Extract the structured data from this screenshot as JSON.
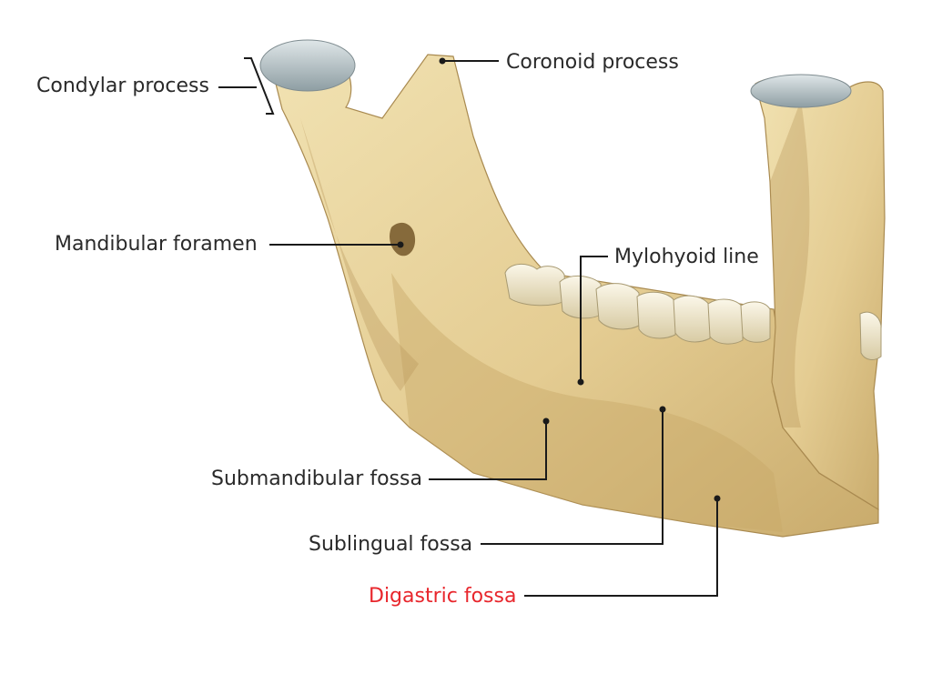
{
  "labels": {
    "condylar": "Condylar process",
    "coronoid": "Coronoid process",
    "mandibular_foramen": "Mandibular foramen",
    "mylohyoid": "Mylohyoid line",
    "submandibular": "Submandibular fossa",
    "sublingual": "Sublingual fossa",
    "digastric": "Digastric fossa"
  },
  "colors": {
    "bone": "#e6d09a",
    "bone_light": "#f3e6bf",
    "bone_shadow": "#a98a50",
    "cartilage": "#b9c3c6",
    "teeth": "#f2ead2",
    "leader": "#1a1a1a",
    "highlight": "#e8262c"
  }
}
